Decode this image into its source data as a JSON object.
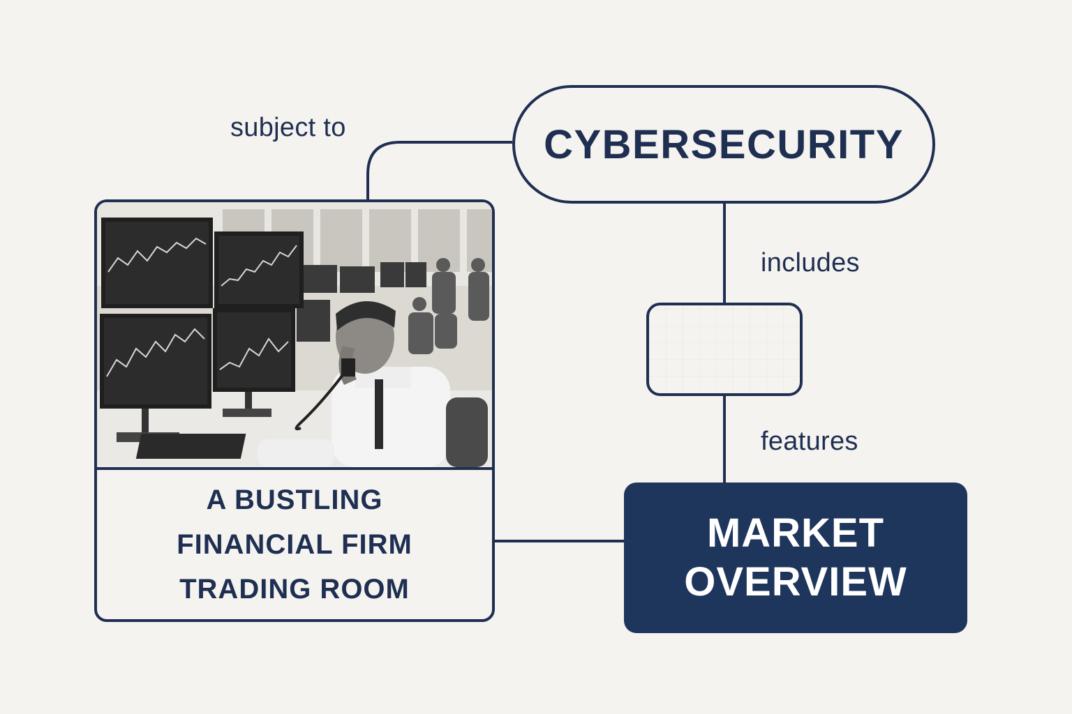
{
  "diagram": {
    "nodes": {
      "cybersecurity": {
        "text": "CYBERSECURITY"
      },
      "empty_box": {
        "text": ""
      },
      "market_overview": {
        "line1": "MARKET",
        "line2": "OVERVIEW"
      },
      "trading_room": {
        "line1": "A BUSTLING",
        "line2": "FINANCIAL FIRM",
        "line3": "TRADING ROOM"
      }
    },
    "edges": {
      "subject_to": "subject to",
      "includes": "includes",
      "features": "features"
    }
  },
  "colors": {
    "background": "#f5f3ef",
    "ink": "#1f2f52",
    "navy_fill": "#1e355c",
    "white": "#ffffff"
  },
  "icons": {
    "photo": "trading-room-photo"
  }
}
